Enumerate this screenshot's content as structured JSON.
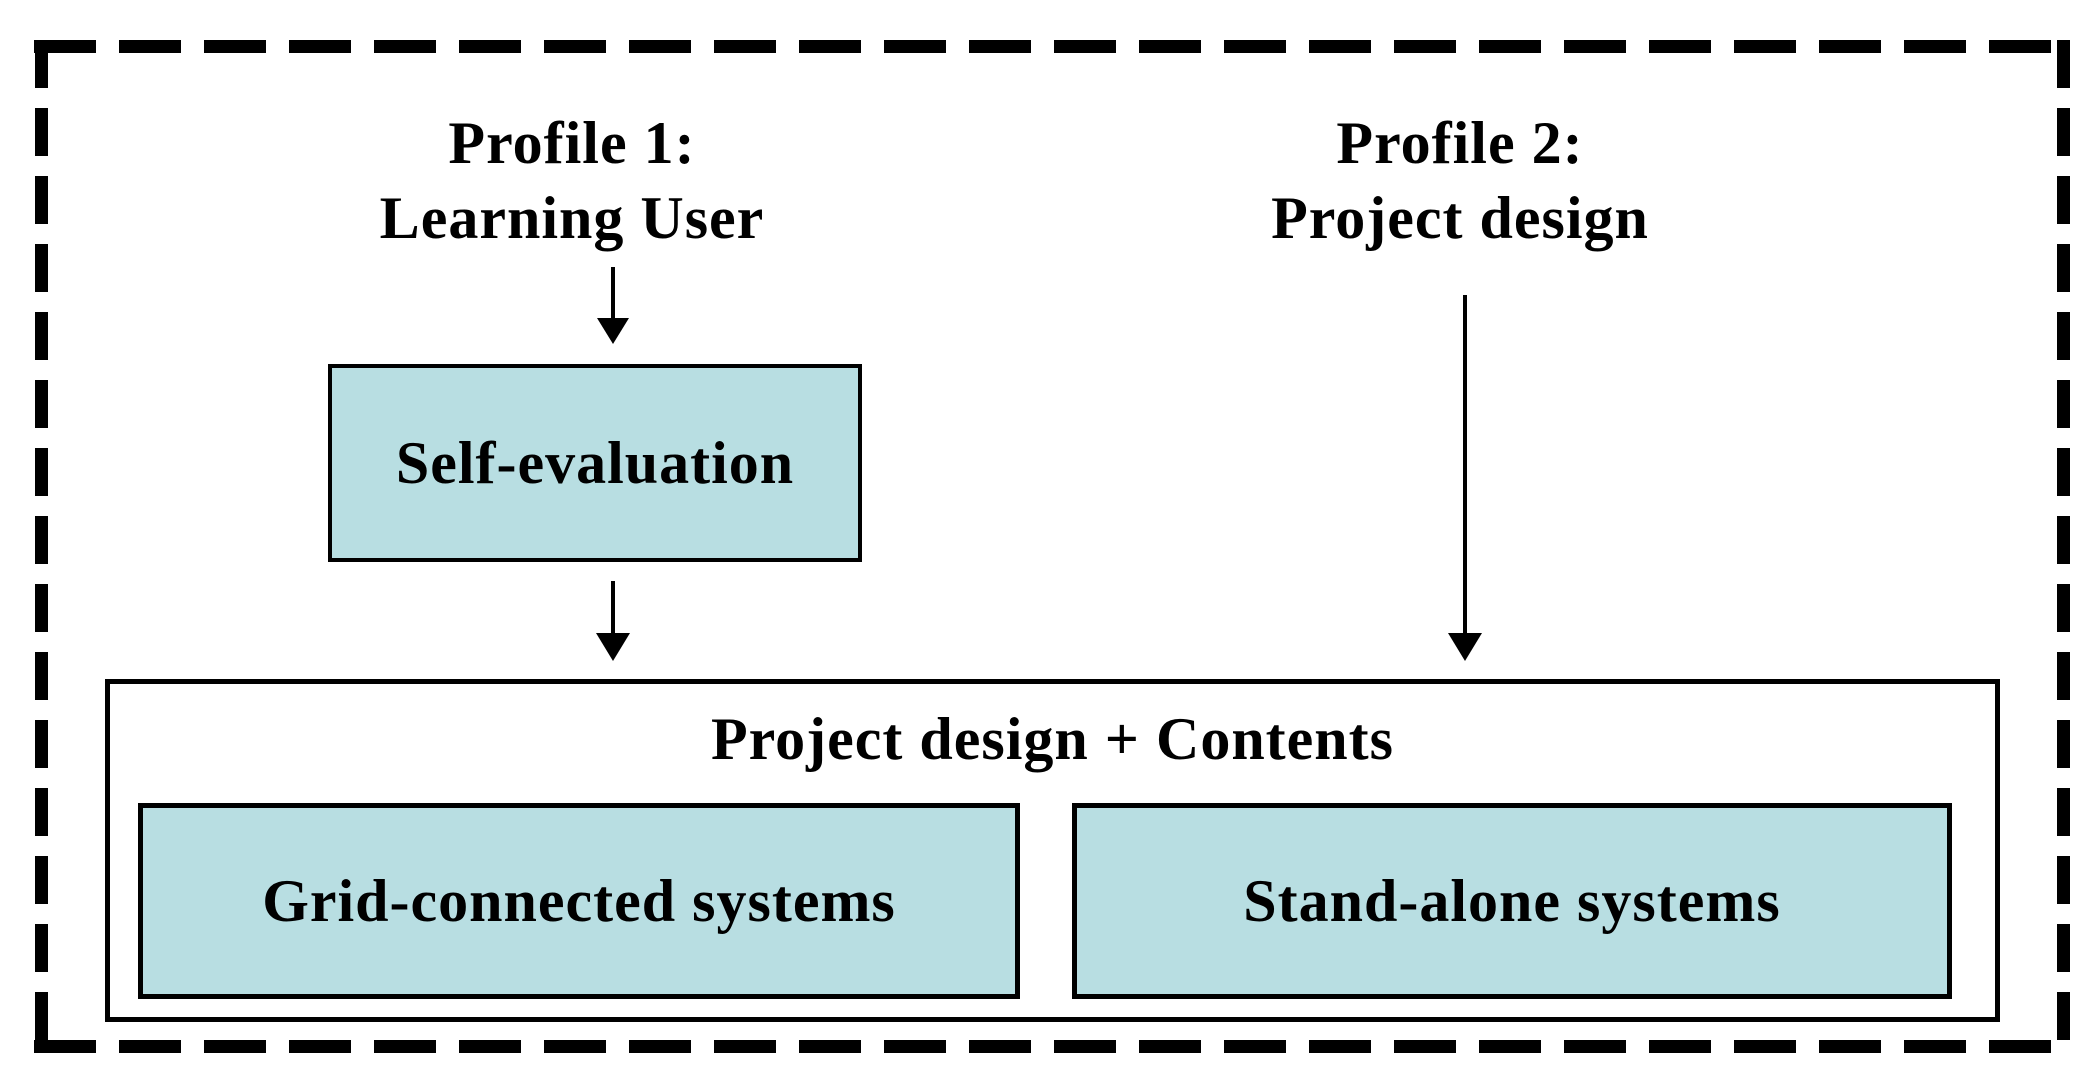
{
  "profile1": {
    "line1": "Profile 1:",
    "line2": "Learning User"
  },
  "profile2": {
    "line1": "Profile 2:",
    "line2": "Project design"
  },
  "self_evaluation": {
    "label": "Self-evaluation"
  },
  "container": {
    "title": "Project design + Contents"
  },
  "grid_connected": {
    "label": "Grid-connected systems"
  },
  "stand_alone": {
    "label": "Stand-alone systems"
  },
  "colors": {
    "box_fill": "#b8dee2",
    "line_color": "#000000",
    "background": "#ffffff"
  }
}
